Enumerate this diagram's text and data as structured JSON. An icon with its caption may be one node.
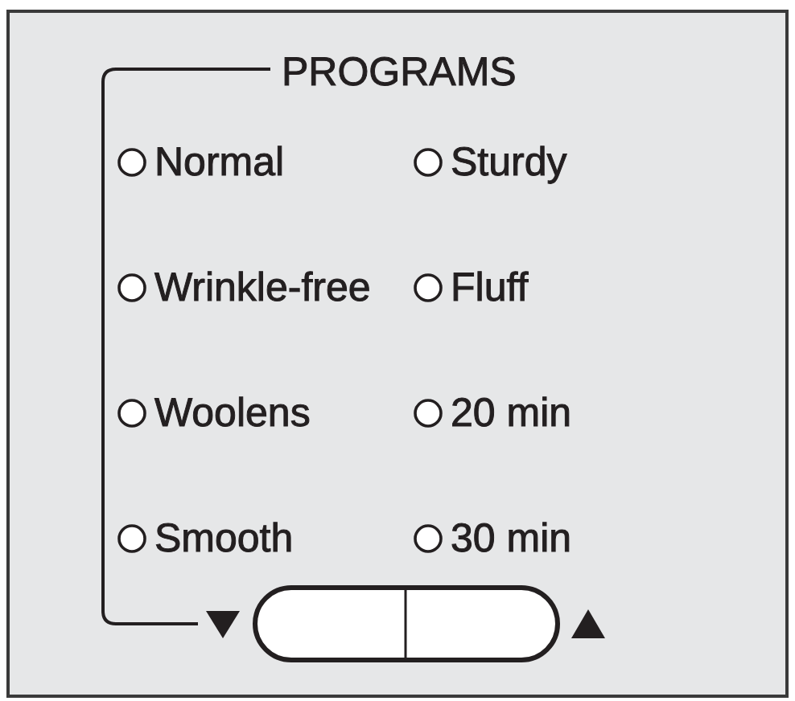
{
  "diagram": {
    "title": "PROGRAMS",
    "labels": [
      "Normal",
      "Sturdy",
      "Wrinkle-free",
      "Fluff",
      "Woolens",
      "20 min",
      "Smooth",
      "30 min"
    ]
  }
}
